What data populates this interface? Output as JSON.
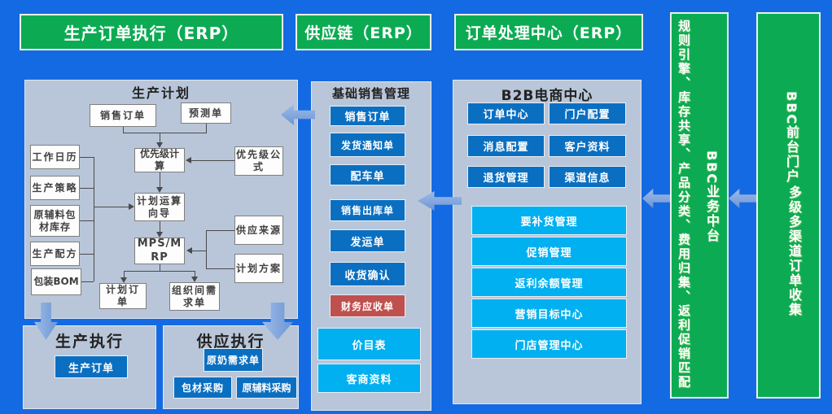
{
  "headers": {
    "production_order_execution": "生产订单执行（ERP）",
    "supply_chain": "供应链（ERP）",
    "order_processing_center": "订单处理中心（ERP）"
  },
  "production_planning": {
    "title": "生产计划",
    "nodes": {
      "sales_order": "销售订单",
      "forecast_order": "预测单",
      "priority_calculation": "优先级计算",
      "priority_formula": "优先级公式",
      "work_calendar": "工作日历",
      "production_strategy": "生产策略",
      "raw_material_packaging_inventory": "原辅料包材库存",
      "production_recipe": "生产配方",
      "packaging_bom": "包装BOM",
      "plan_calculation_wizard": "计划运算向导",
      "mps_mrp": "MPS/MRP",
      "supply_source": "供应来源",
      "plan_scheme": "计划方案",
      "planned_order": "计划订单",
      "inter_org_demand_order": "组织间需求单"
    }
  },
  "production_execution": {
    "title": "生产执行",
    "items": [
      "生产订单"
    ]
  },
  "supply_execution": {
    "title": "供应执行",
    "items": [
      "原奶需求单",
      "包材采购",
      "原辅料采购"
    ]
  },
  "basic_sales_management": {
    "title": "基础销售管理",
    "blue_items": [
      "销售订单",
      "发货通知单",
      "配车单",
      "销售出库单",
      "发运单",
      "收货确认"
    ],
    "red_items": [
      "财务应收单"
    ],
    "cyan_items": [
      "价目表",
      "客商资料"
    ]
  },
  "b2b_center": {
    "title": "B2B电商中心",
    "grid_items": [
      "订单中心",
      "门户配置",
      "消息配置",
      "客户资料",
      "退货管理",
      "渠道信息"
    ],
    "list_items": [
      "要补货管理",
      "促销管理",
      "返利余额管理",
      "营销目标中心",
      "门店管理中心"
    ]
  },
  "bbc_business_platform": {
    "capabilities": "规则引擎、库存共享、产品分类、费用归集、返利促销匹配",
    "title": "BBC业务中台"
  },
  "bbc_front_portal": {
    "title": "BBC前台门户",
    "subtitle": "多级多渠道订单收集"
  },
  "colors": {
    "background": "#146AE2",
    "green": "#0CAB53",
    "panel": "#B9C6D9",
    "dark_blue": "#0B6FC1",
    "cyan": "#00B0F0",
    "red": "#C0504D",
    "arrow_blue": "#7DA7DE"
  }
}
